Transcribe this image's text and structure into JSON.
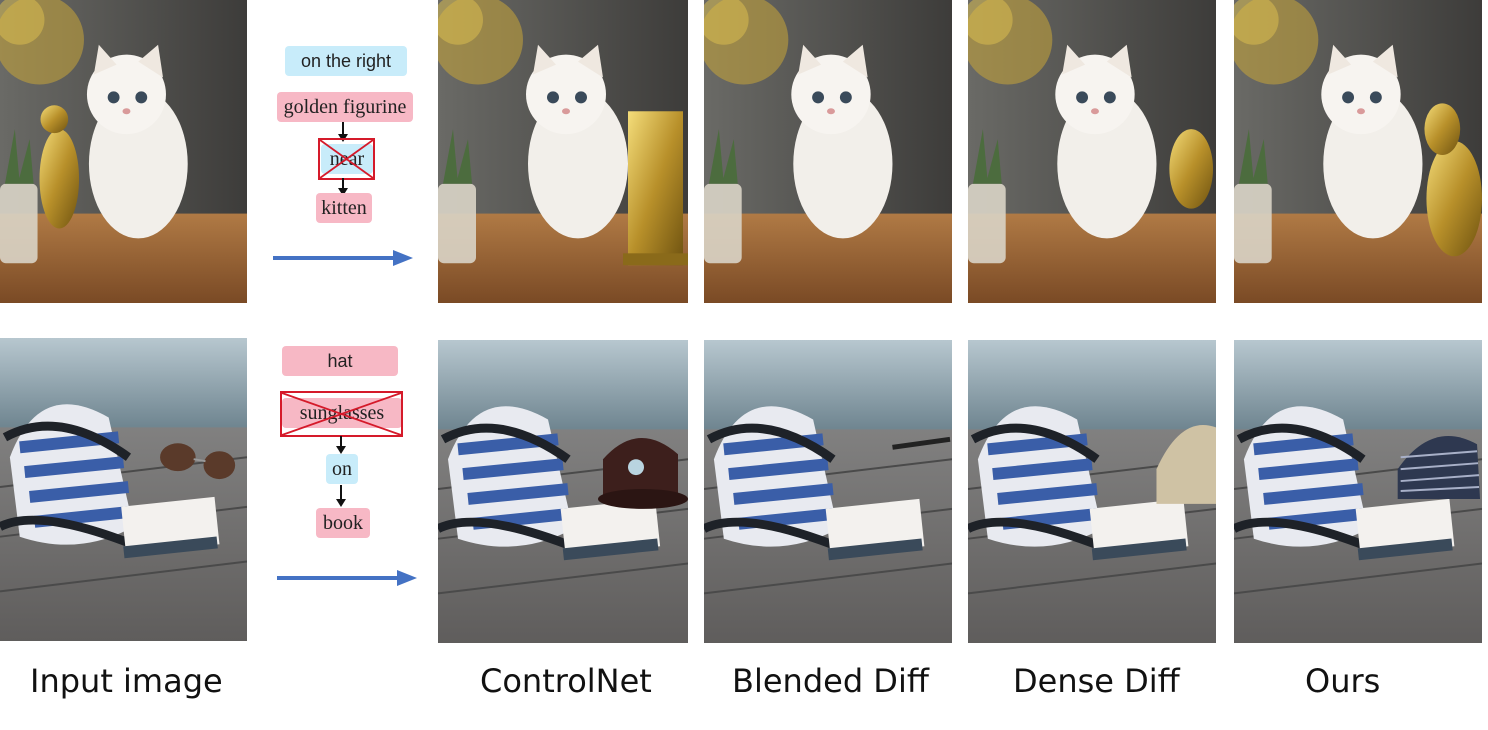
{
  "row1": {
    "chips": [
      "on the right",
      "golden figurine",
      "near",
      "kitten"
    ]
  },
  "row2": {
    "chips": [
      "hat",
      "sunglasses",
      "on",
      "book"
    ]
  },
  "captions": [
    "Input image",
    "ControlNet",
    "Blended Diff",
    "Dense Diff",
    "Ours"
  ],
  "colors": {
    "chip_blue": "#c8ecfa",
    "chip_pink": "#f7b8c5",
    "cross_red": "#d51a2a",
    "arrow_blue": "#4472c4"
  }
}
